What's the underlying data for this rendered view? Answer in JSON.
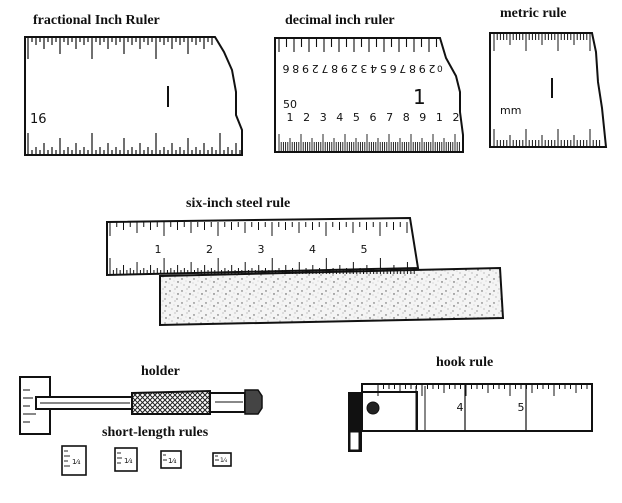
{
  "captions": {
    "fractional": "fractional Inch Ruler",
    "decimal": "decimal inch ruler",
    "metric": "metric rule",
    "six_inch": "six-inch steel rule",
    "holder": "holder",
    "short_length": "short-length rules",
    "hook": "hook rule"
  },
  "fractional_ruler": {
    "side_label": "16",
    "center_mark": "1"
  },
  "decimal_ruler": {
    "top_digits": [
      "6",
      "8",
      "9",
      "2",
      "7",
      "8",
      "9",
      "2",
      "3",
      "4",
      "5",
      "6",
      "7",
      "8",
      "9",
      "2"
    ],
    "side_label": "50",
    "bottom_digits": [
      "1",
      "2",
      "3",
      "4",
      "5",
      "6",
      "7",
      "8",
      "9",
      "1",
      "2"
    ],
    "center_mark": "1",
    "corner_mark": "0"
  },
  "metric_ruler": {
    "unit": "mm",
    "center_mark": "1"
  },
  "steel_rule": {
    "numbers": [
      "1",
      "2",
      "3",
      "4",
      "5"
    ]
  },
  "hook_rule": {
    "numbers": [
      "4",
      "5"
    ]
  },
  "short_rules": {
    "labels": [
      "1⁄₄",
      "1⁄₄",
      "1⁄₄",
      "1⁄₄"
    ]
  }
}
